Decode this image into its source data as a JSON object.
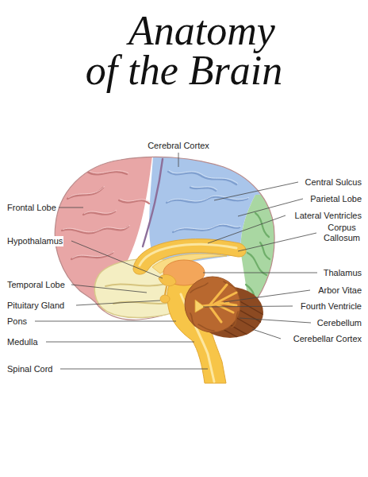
{
  "diagram": {
    "title": "Anatomy of the Brain",
    "labels": [
      "Cerebral Cortex",
      "Central Sulcus",
      "Frontal Lobe",
      "Parietal Lobe",
      "Lateral Ventricles",
      "Hypothalamus",
      "Corpus Callosum",
      "Thalamus",
      "Temporal Lobe",
      "Arbor Vitae",
      "Pituitary Gland",
      "Fourth Ventricle",
      "Pons",
      "Cerebellum",
      "Cerebellar Cortex",
      "Medulla",
      "Spinal Cord"
    ]
  }
}
